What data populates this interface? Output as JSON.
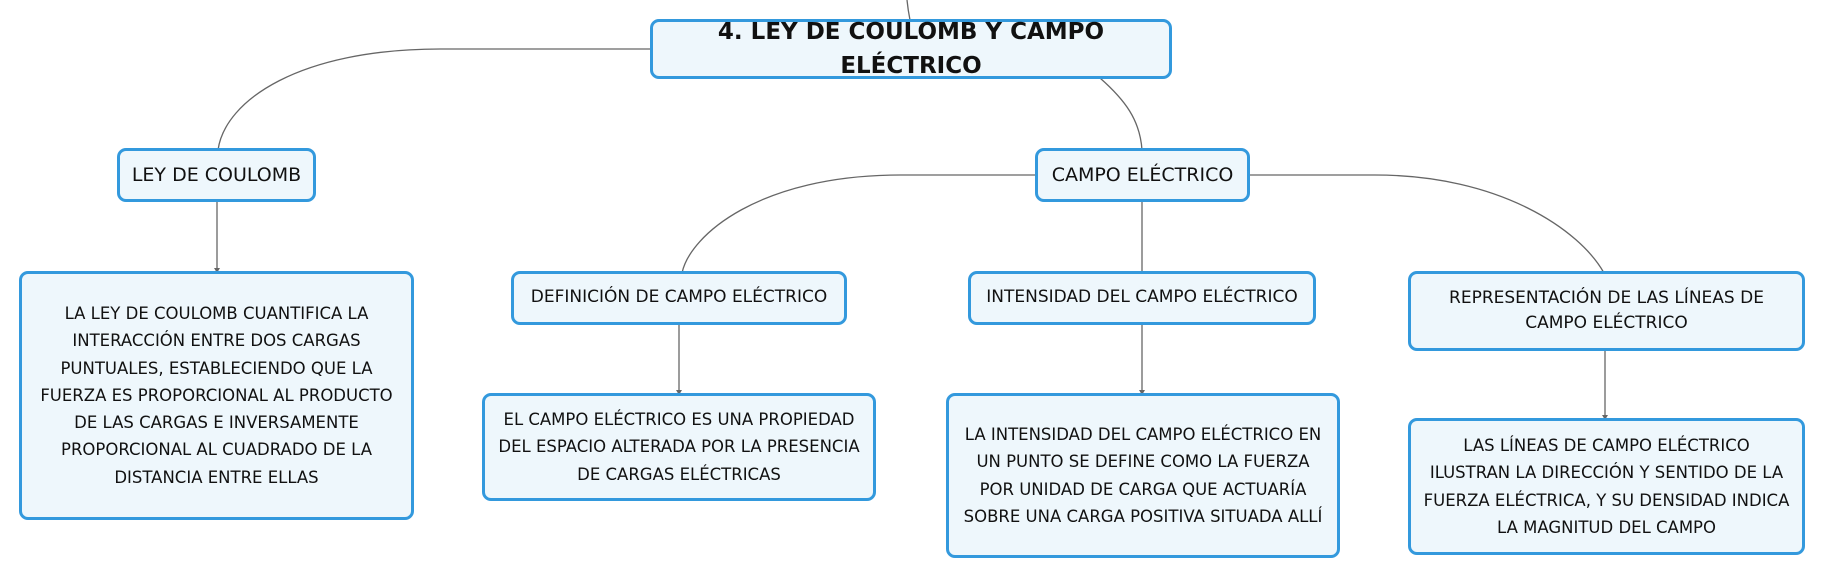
{
  "colors": {
    "node_border": "#3399dd",
    "node_fill": "#eef7fc",
    "connector": "#666666"
  },
  "root": {
    "label": "4. LEY DE COULOMB Y CAMPO ELÉCTRICO"
  },
  "coulomb": {
    "label": "LEY DE COULOMB",
    "description": "LA LEY DE COULOMB CUANTIFICA LA INTERACCIÓN ENTRE DOS CARGAS PUNTUALES, ESTABLECIENDO QUE LA FUERZA ES PROPORCIONAL AL PRODUCTO DE LAS CARGAS E INVERSAMENTE PROPORCIONAL AL CUADRADO DE LA DISTANCIA ENTRE ELLAS"
  },
  "campo": {
    "label": "CAMPO ELÉCTRICO",
    "definicion": {
      "label": "DEFINICIÓN DE CAMPO ELÉCTRICO",
      "description": "EL CAMPO ELÉCTRICO ES UNA PROPIEDAD DEL ESPACIO ALTERADA POR LA PRESENCIA DE CARGAS ELÉCTRICAS"
    },
    "intensidad": {
      "label": "INTENSIDAD DEL CAMPO ELÉCTRICO",
      "description": "LA INTENSIDAD DEL CAMPO ELÉCTRICO EN UN PUNTO SE DEFINE COMO LA FUERZA POR UNIDAD DE CARGA QUE ACTUARÍA SOBRE UNA CARGA POSITIVA SITUADA ALLÍ"
    },
    "representacion": {
      "label": "REPRESENTACIÓN DE LAS LÍNEAS DE CAMPO ELÉCTRICO",
      "description": "LAS LÍNEAS DE CAMPO ELÉCTRICO ILUSTRAN LA DIRECCIÓN Y SENTIDO DE LA FUERZA ELÉCTRICA, Y SU DENSIDAD INDICA LA MAGNITUD DEL CAMPO"
    }
  }
}
